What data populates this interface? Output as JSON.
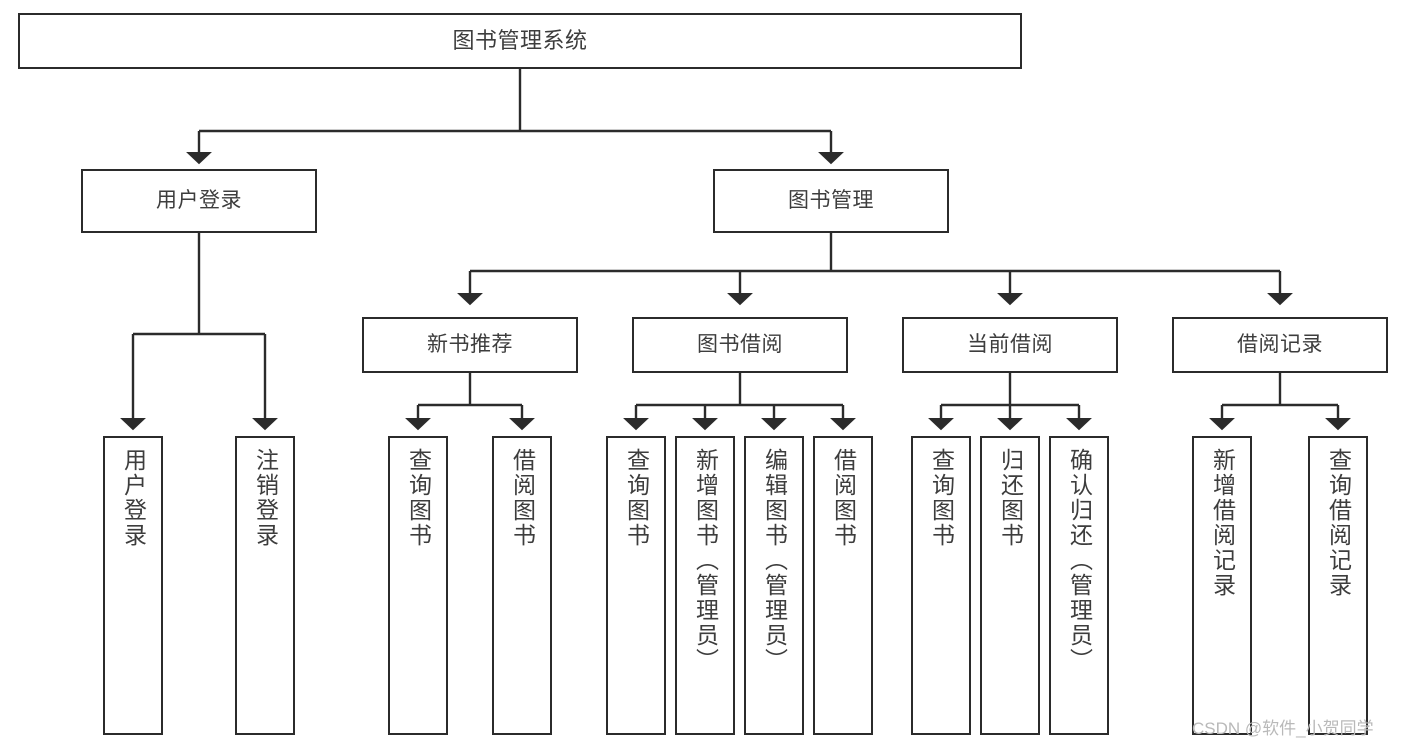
{
  "diagram": {
    "title": "图书管理系统",
    "type": "hierarchy-tree",
    "colors": {
      "box_border": "#2b2b2b",
      "box_fill": "#ffffff",
      "edge": "#2b2b2b",
      "text": "#3d3d3d",
      "watermark": "#b9b9b9",
      "background": "#ffffff"
    },
    "watermark": "CSDN @软件_小贺同学",
    "levels": [
      {
        "level": 1,
        "nodes": [
          {
            "id": "root",
            "label": "图书管理系统",
            "orientation": "horizontal"
          }
        ]
      },
      {
        "level": 2,
        "nodes": [
          {
            "id": "user-login",
            "label": "用户登录",
            "orientation": "horizontal",
            "parent": "root"
          },
          {
            "id": "book-manage",
            "label": "图书管理",
            "orientation": "horizontal",
            "parent": "root"
          }
        ]
      },
      {
        "level": 3,
        "nodes": [
          {
            "id": "new-book-rec",
            "label": "新书推荐",
            "orientation": "horizontal",
            "parent": "book-manage"
          },
          {
            "id": "book-borrow",
            "label": "图书借阅",
            "orientation": "horizontal",
            "parent": "book-manage"
          },
          {
            "id": "current-borrow",
            "label": "当前借阅",
            "orientation": "horizontal",
            "parent": "book-manage"
          },
          {
            "id": "borrow-record",
            "label": "借阅记录",
            "orientation": "horizontal",
            "parent": "book-manage"
          }
        ]
      },
      {
        "level": 4,
        "nodes": [
          {
            "id": "leaf-user-login",
            "label": "用户登录",
            "orientation": "vertical",
            "parent": "user-login"
          },
          {
            "id": "leaf-logout",
            "label": "注销登录",
            "orientation": "vertical",
            "parent": "user-login"
          },
          {
            "id": "leaf-query-book-1",
            "label": "查询图书",
            "orientation": "vertical",
            "parent": "new-book-rec"
          },
          {
            "id": "leaf-borrow-book-1",
            "label": "借阅图书",
            "orientation": "vertical",
            "parent": "new-book-rec"
          },
          {
            "id": "leaf-query-book-2",
            "label": "查询图书",
            "orientation": "vertical",
            "parent": "book-borrow"
          },
          {
            "id": "leaf-add-book",
            "label": "新增图书（管理员）",
            "orientation": "vertical",
            "parent": "book-borrow"
          },
          {
            "id": "leaf-edit-book",
            "label": "编辑图书（管理员）",
            "orientation": "vertical",
            "parent": "book-borrow"
          },
          {
            "id": "leaf-borrow-book-2",
            "label": "借阅图书",
            "orientation": "vertical",
            "parent": "book-borrow"
          },
          {
            "id": "leaf-query-book-3",
            "label": "查询图书",
            "orientation": "vertical",
            "parent": "current-borrow"
          },
          {
            "id": "leaf-return-book",
            "label": "归还图书",
            "orientation": "vertical",
            "parent": "current-borrow"
          },
          {
            "id": "leaf-confirm-return",
            "label": "确认归还（管理员）",
            "orientation": "vertical",
            "parent": "current-borrow"
          },
          {
            "id": "leaf-add-record",
            "label": "新增借阅记录",
            "orientation": "vertical",
            "parent": "borrow-record"
          },
          {
            "id": "leaf-query-record",
            "label": "查询借阅记录",
            "orientation": "vertical",
            "parent": "borrow-record"
          }
        ]
      }
    ]
  }
}
